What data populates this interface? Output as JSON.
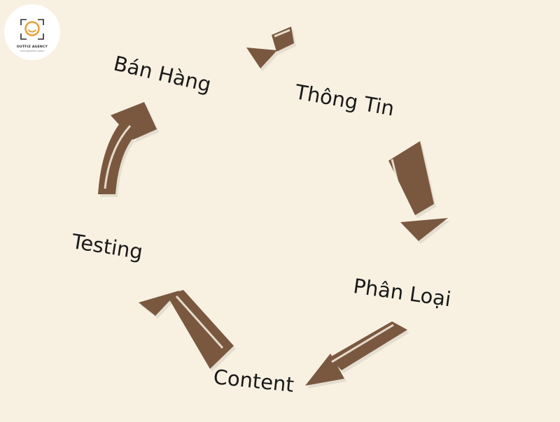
{
  "logo": {
    "name": "OUTFIZ AGENCY",
    "tagline": "YOUR MARKETING AGENCY",
    "accent_color": "#e8a23a"
  },
  "cycle": {
    "arrow_color": "#7a5840",
    "steps": [
      {
        "label": "Thông Tin"
      },
      {
        "label": "Phân Loại"
      },
      {
        "label": "Content"
      },
      {
        "label": "Testing"
      },
      {
        "label": "Bán Hàng"
      }
    ]
  }
}
